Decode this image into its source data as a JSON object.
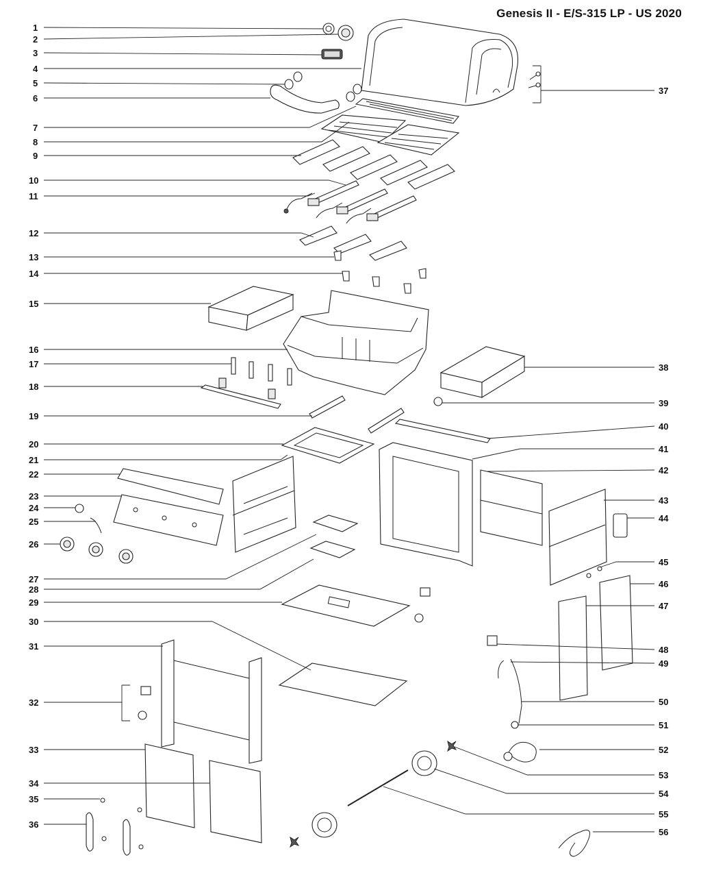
{
  "title": "Genesis II - E/S-315 LP - US 2020",
  "callouts": [
    {
      "id": "1"
    },
    {
      "id": "2"
    },
    {
      "id": "3"
    },
    {
      "id": "4"
    },
    {
      "id": "5"
    },
    {
      "id": "6"
    },
    {
      "id": "7"
    },
    {
      "id": "8"
    },
    {
      "id": "9"
    },
    {
      "id": "10"
    },
    {
      "id": "11"
    },
    {
      "id": "12"
    },
    {
      "id": "13"
    },
    {
      "id": "14"
    },
    {
      "id": "15"
    },
    {
      "id": "16"
    },
    {
      "id": "17"
    },
    {
      "id": "18"
    },
    {
      "id": "19"
    },
    {
      "id": "20"
    },
    {
      "id": "21"
    },
    {
      "id": "22"
    },
    {
      "id": "23"
    },
    {
      "id": "24"
    },
    {
      "id": "25"
    },
    {
      "id": "26"
    },
    {
      "id": "27"
    },
    {
      "id": "28"
    },
    {
      "id": "29"
    },
    {
      "id": "30"
    },
    {
      "id": "31"
    },
    {
      "id": "32"
    },
    {
      "id": "33"
    },
    {
      "id": "34"
    },
    {
      "id": "35"
    },
    {
      "id": "36"
    },
    {
      "id": "37"
    },
    {
      "id": "38"
    },
    {
      "id": "39"
    },
    {
      "id": "40"
    },
    {
      "id": "41"
    },
    {
      "id": "42"
    },
    {
      "id": "43"
    },
    {
      "id": "44"
    },
    {
      "id": "45"
    },
    {
      "id": "46"
    },
    {
      "id": "47"
    },
    {
      "id": "48"
    },
    {
      "id": "49"
    },
    {
      "id": "50"
    },
    {
      "id": "51"
    },
    {
      "id": "52"
    },
    {
      "id": "53"
    },
    {
      "id": "54"
    },
    {
      "id": "55"
    },
    {
      "id": "56"
    }
  ]
}
